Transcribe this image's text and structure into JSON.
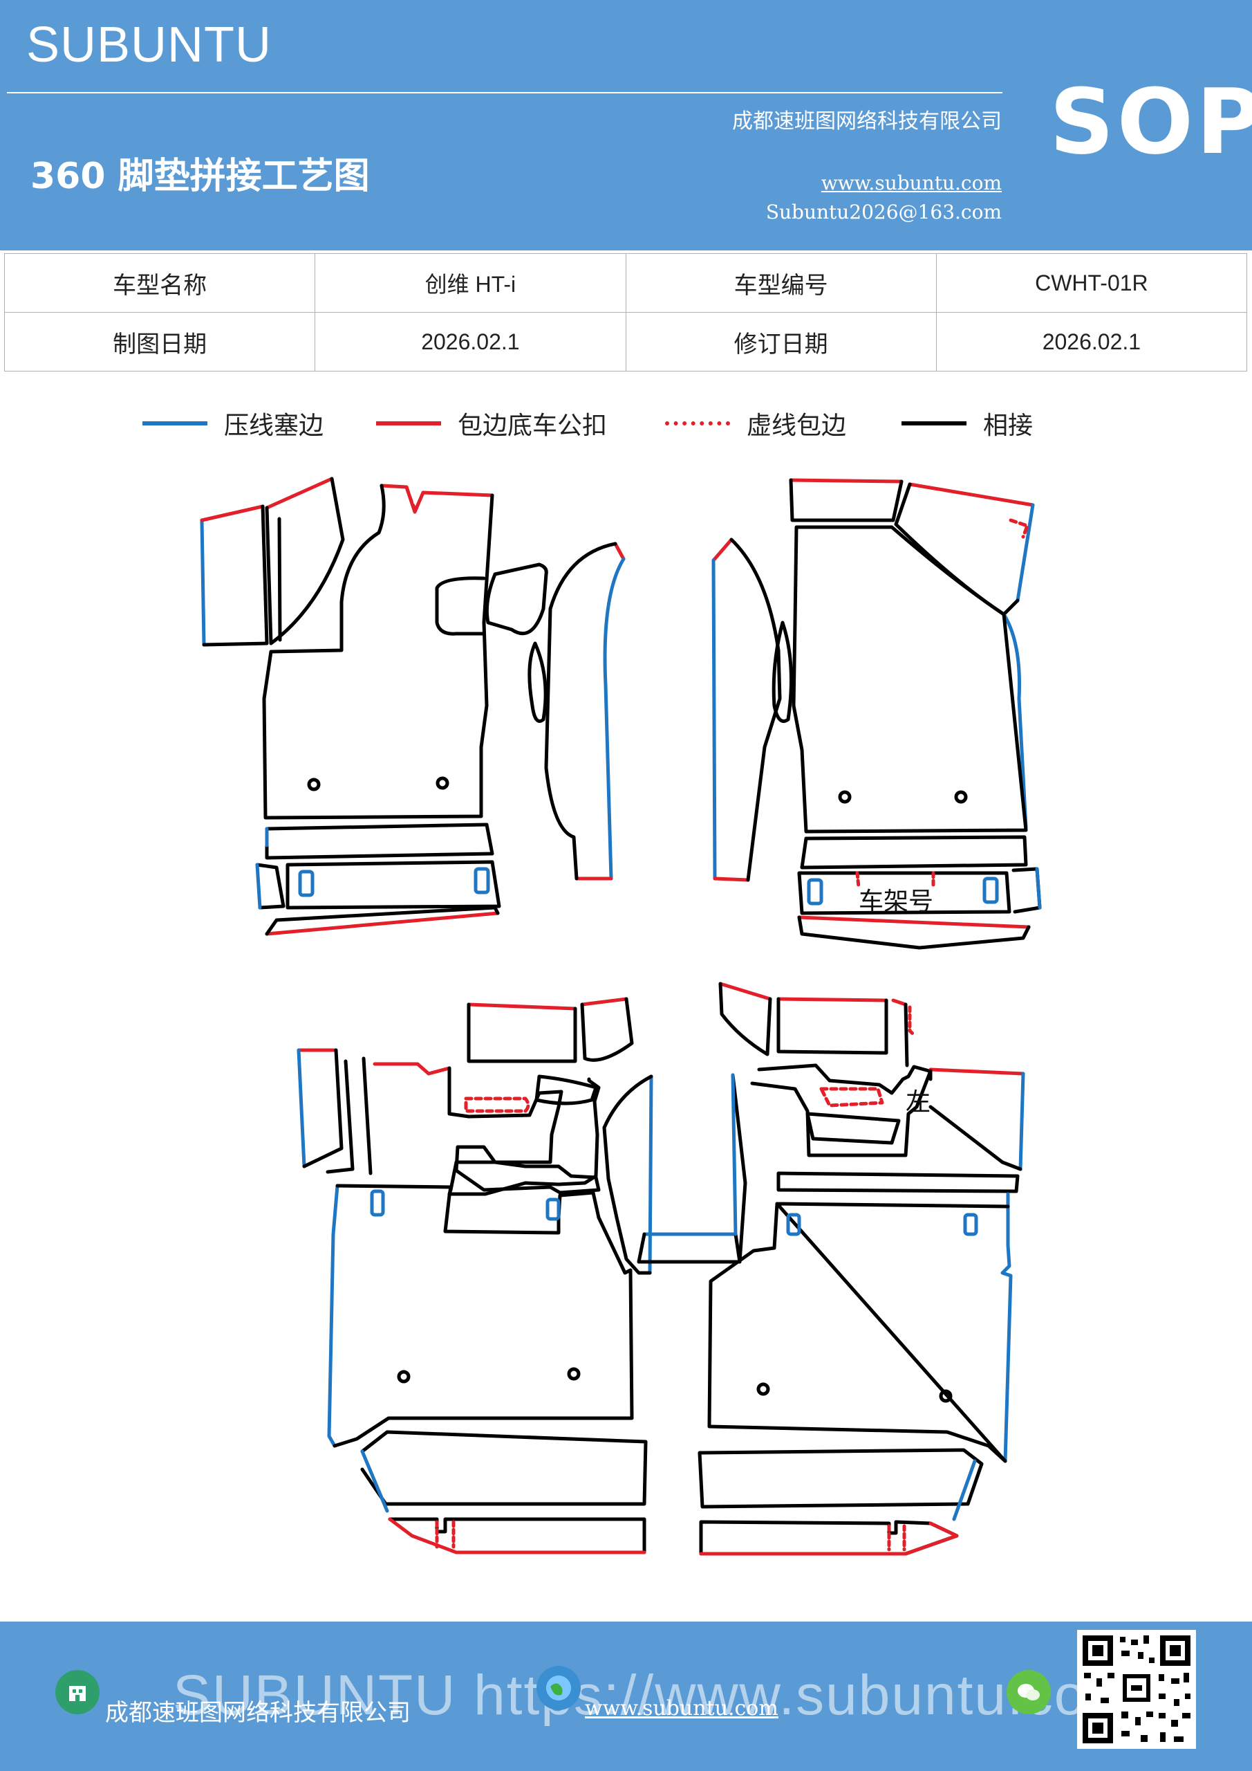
{
  "header": {
    "brand": "SUBUNTU",
    "title": "360 脚垫拼接工艺图",
    "company": "成都速班图网络科技有限公司",
    "website": "www.subuntu.com",
    "email": "Subuntu2026@163.com",
    "badge": "SOP"
  },
  "info_table": {
    "rows": [
      [
        "车型名称",
        "创维 HT-i",
        "车型编号",
        "CWHT-01R"
      ],
      [
        "制图日期",
        "2026.02.1",
        "修订日期",
        "2026.02.1"
      ]
    ]
  },
  "legend": [
    {
      "label": "压线塞边",
      "color": "#1f77c4",
      "style": "solid"
    },
    {
      "label": "包边底车公扣",
      "color": "#e3202a",
      "style": "solid"
    },
    {
      "label": "虚线包边",
      "color": "#e3202a",
      "style": "dashed"
    },
    {
      "label": "相接",
      "color": "#000000",
      "style": "solid"
    }
  ],
  "diagram": {
    "label_frame": "车架号",
    "label_small": "左"
  },
  "footer": {
    "watermark": "SUBUNTU https://www.subuntu.com",
    "company": "成都速班图网络科技有限公司",
    "url": "www.subuntu.com"
  },
  "colors": {
    "header_bg": "#5b9bd5",
    "blue_line": "#1f77c4",
    "red_line": "#e3202a",
    "black_line": "#000000"
  }
}
